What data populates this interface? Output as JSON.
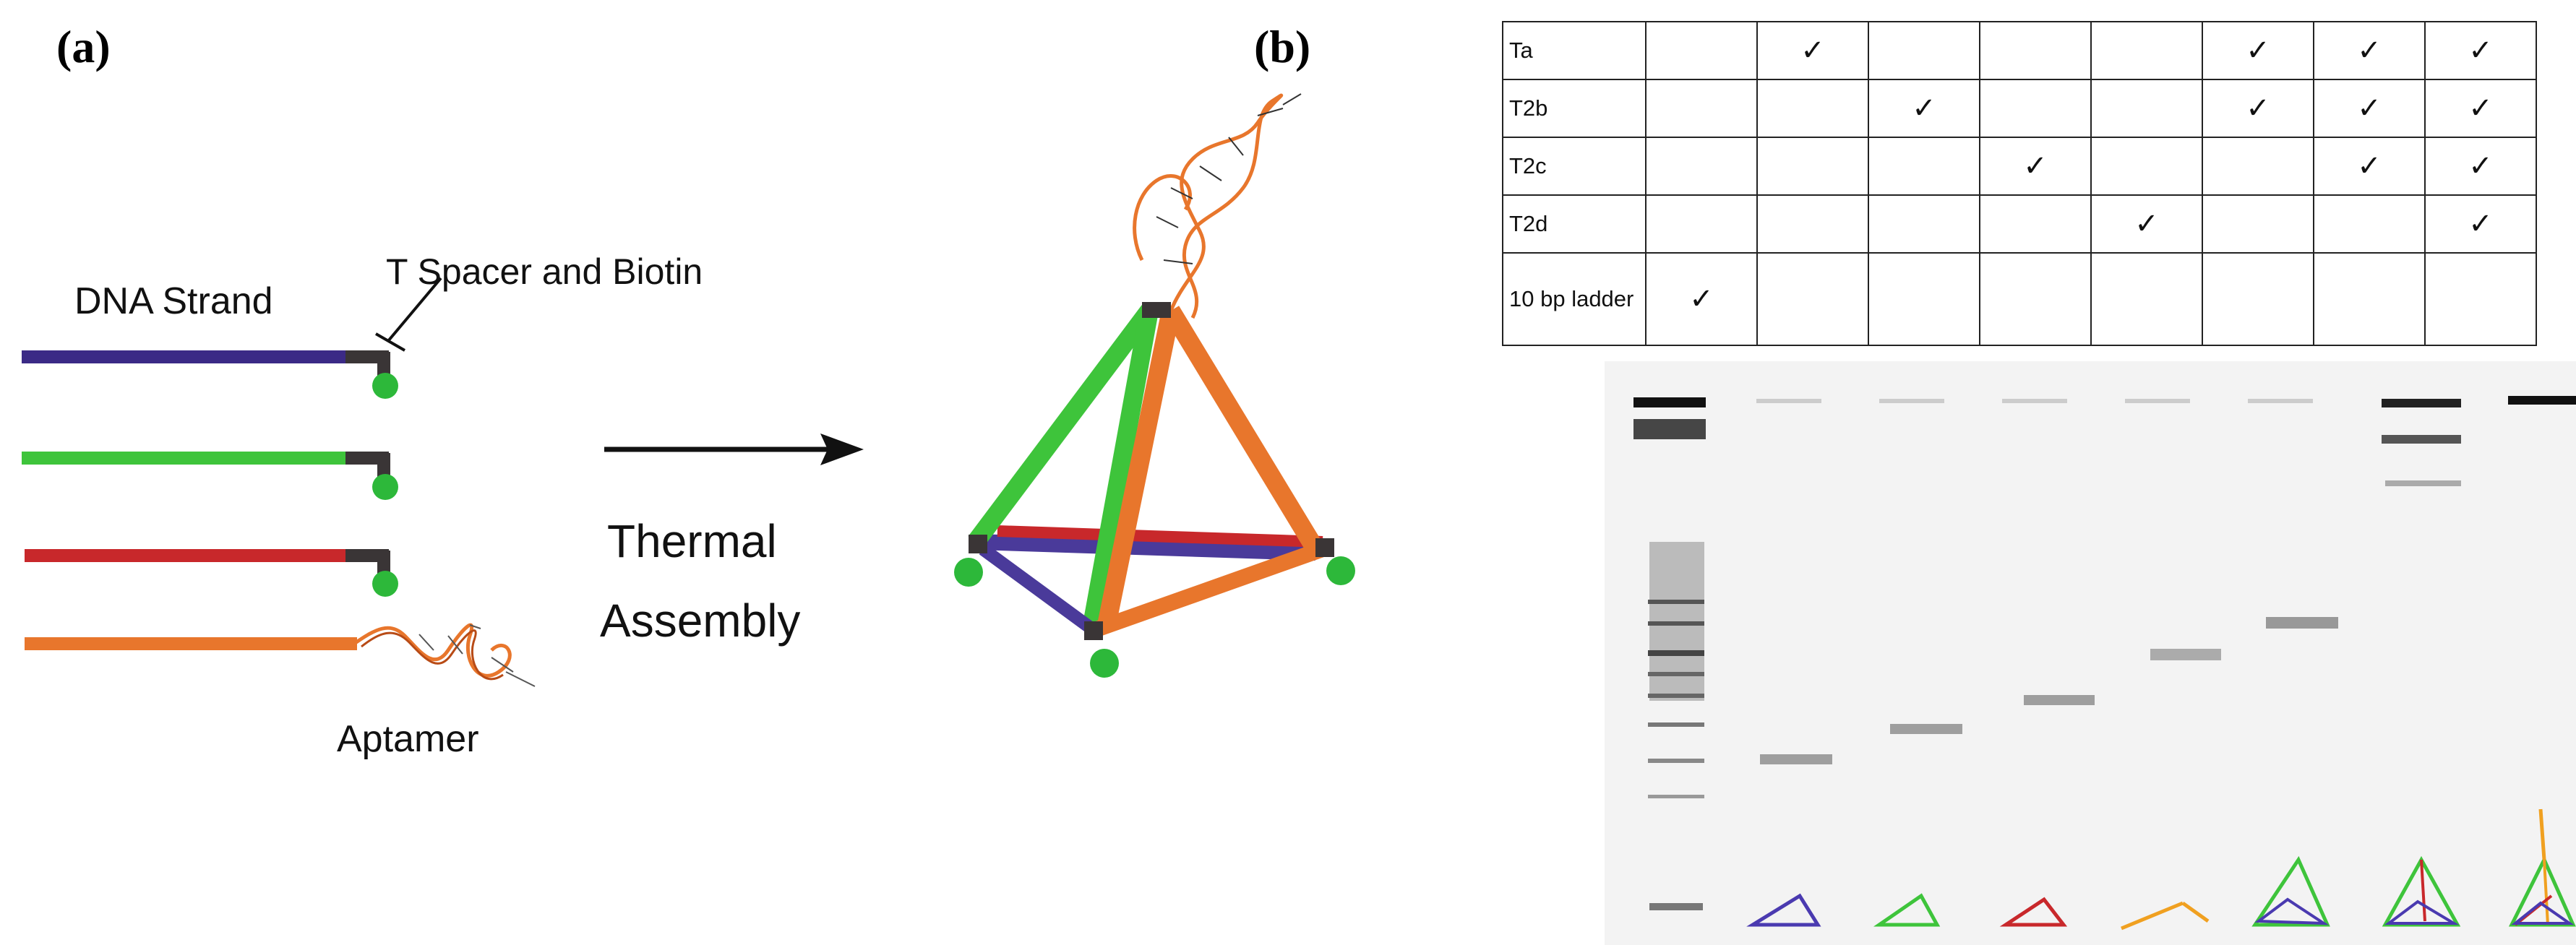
{
  "panel_a": {
    "label": "(a)",
    "spacer_label": "T Spacer and Biotin",
    "strand_label": "DNA Strand",
    "aptamer_label": "Aptamer",
    "process_label_line1": "Thermal",
    "process_label_line2": "Assembly",
    "strand_colors": [
      "#3b2a86",
      "#3ec43b",
      "#c8282b",
      "#e8762c"
    ],
    "biotin_color": "#2db83a"
  },
  "panel_b": {
    "label": "(b)",
    "table": {
      "rows": [
        {
          "label": "Ta",
          "checks": [
            false,
            true,
            false,
            false,
            false,
            true,
            true,
            true
          ]
        },
        {
          "label": "T2b",
          "checks": [
            false,
            false,
            true,
            false,
            false,
            true,
            true,
            true
          ]
        },
        {
          "label": "T2c",
          "checks": [
            false,
            false,
            false,
            true,
            false,
            false,
            true,
            true
          ]
        },
        {
          "label": "T2d",
          "checks": [
            false,
            false,
            false,
            false,
            true,
            false,
            false,
            true
          ]
        },
        {
          "label": "10 bp ladder",
          "checks": [
            true,
            false,
            false,
            false,
            false,
            false,
            false,
            false
          ]
        }
      ],
      "check_mark": "✓"
    },
    "gel": {
      "lane_count": 8,
      "lane_icons": [
        "ladder",
        "blue-triangle",
        "green-triangle",
        "red-triangle",
        "orange-line",
        "green-tetra-partial",
        "tetra-3",
        "tetra-full"
      ]
    }
  }
}
